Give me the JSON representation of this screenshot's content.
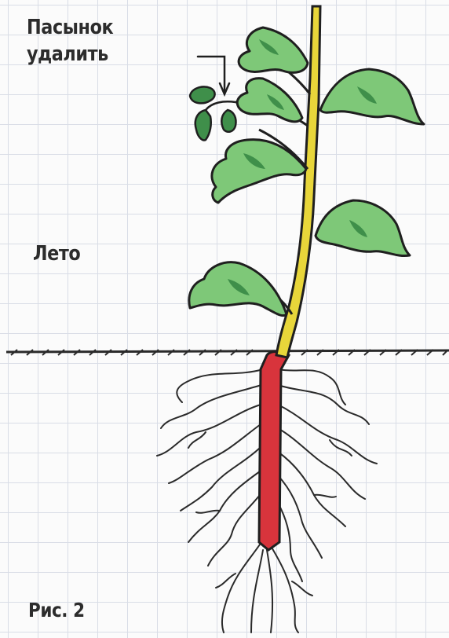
{
  "labels": {
    "remove_line1": "Пасынок",
    "remove_line2": "удалить",
    "season": "Лето",
    "figure": "Рис. 2"
  },
  "colors": {
    "stem": "#e8d63a",
    "root_stem": "#d8343c",
    "leaf": "#7ec878",
    "leaf_dark": "#3f8f4a",
    "outline": "#1f1f1f",
    "grid": "#d9dde6"
  }
}
